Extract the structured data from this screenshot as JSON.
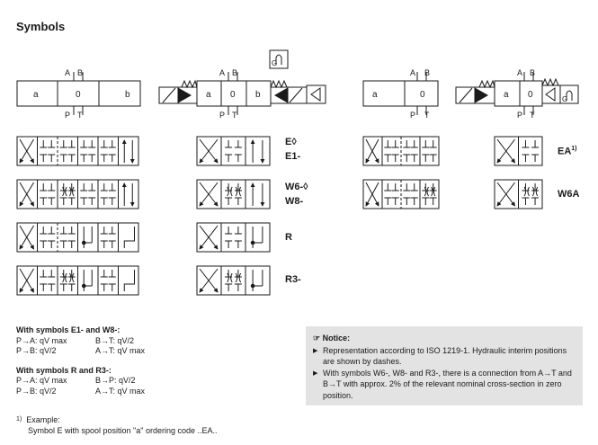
{
  "heading": "Symbols",
  "port_labels": {
    "a": "A",
    "b": "B",
    "p": "P",
    "t": "T"
  },
  "position_labels": {
    "a": "a",
    "zero": "0",
    "b": "b"
  },
  "pilot_labels": {
    "g": "G"
  },
  "symbol_codes": {
    "e": "E◊",
    "e1": "E1-",
    "w6": "W6-◊",
    "w8": "W8-",
    "r": "R",
    "r3": "R3-",
    "ea": "EA",
    "ea_sup": "1)",
    "w6a": "W6A"
  },
  "flow_notes": {
    "group1_title": "With symbols E1- and W8-:",
    "group1": [
      [
        "P→A: qV max",
        "B→T: qV/2"
      ],
      [
        "P→B: qV/2",
        "A→T: qV max"
      ]
    ],
    "group2_title": "With symbols R and R3-:",
    "group2": [
      [
        "P→A: qV max",
        "B→P: qV/2"
      ],
      [
        "P→B: qV/2",
        "A→T: qV max"
      ]
    ]
  },
  "notice": {
    "title": "Notice:",
    "items": [
      "Representation according to ISO 1219-1. Hydraulic interim positions are shown by dashes.",
      "With symbols W6-, W8- and R3-, there is a connection from A→T and B→T with approx. 2% of the relevant nominal cross-section in zero position."
    ]
  },
  "footnote": {
    "mark": "1)",
    "line1": "Example:",
    "line2": "Symbol E with spool position \"a\" ordering code ..EA.."
  }
}
